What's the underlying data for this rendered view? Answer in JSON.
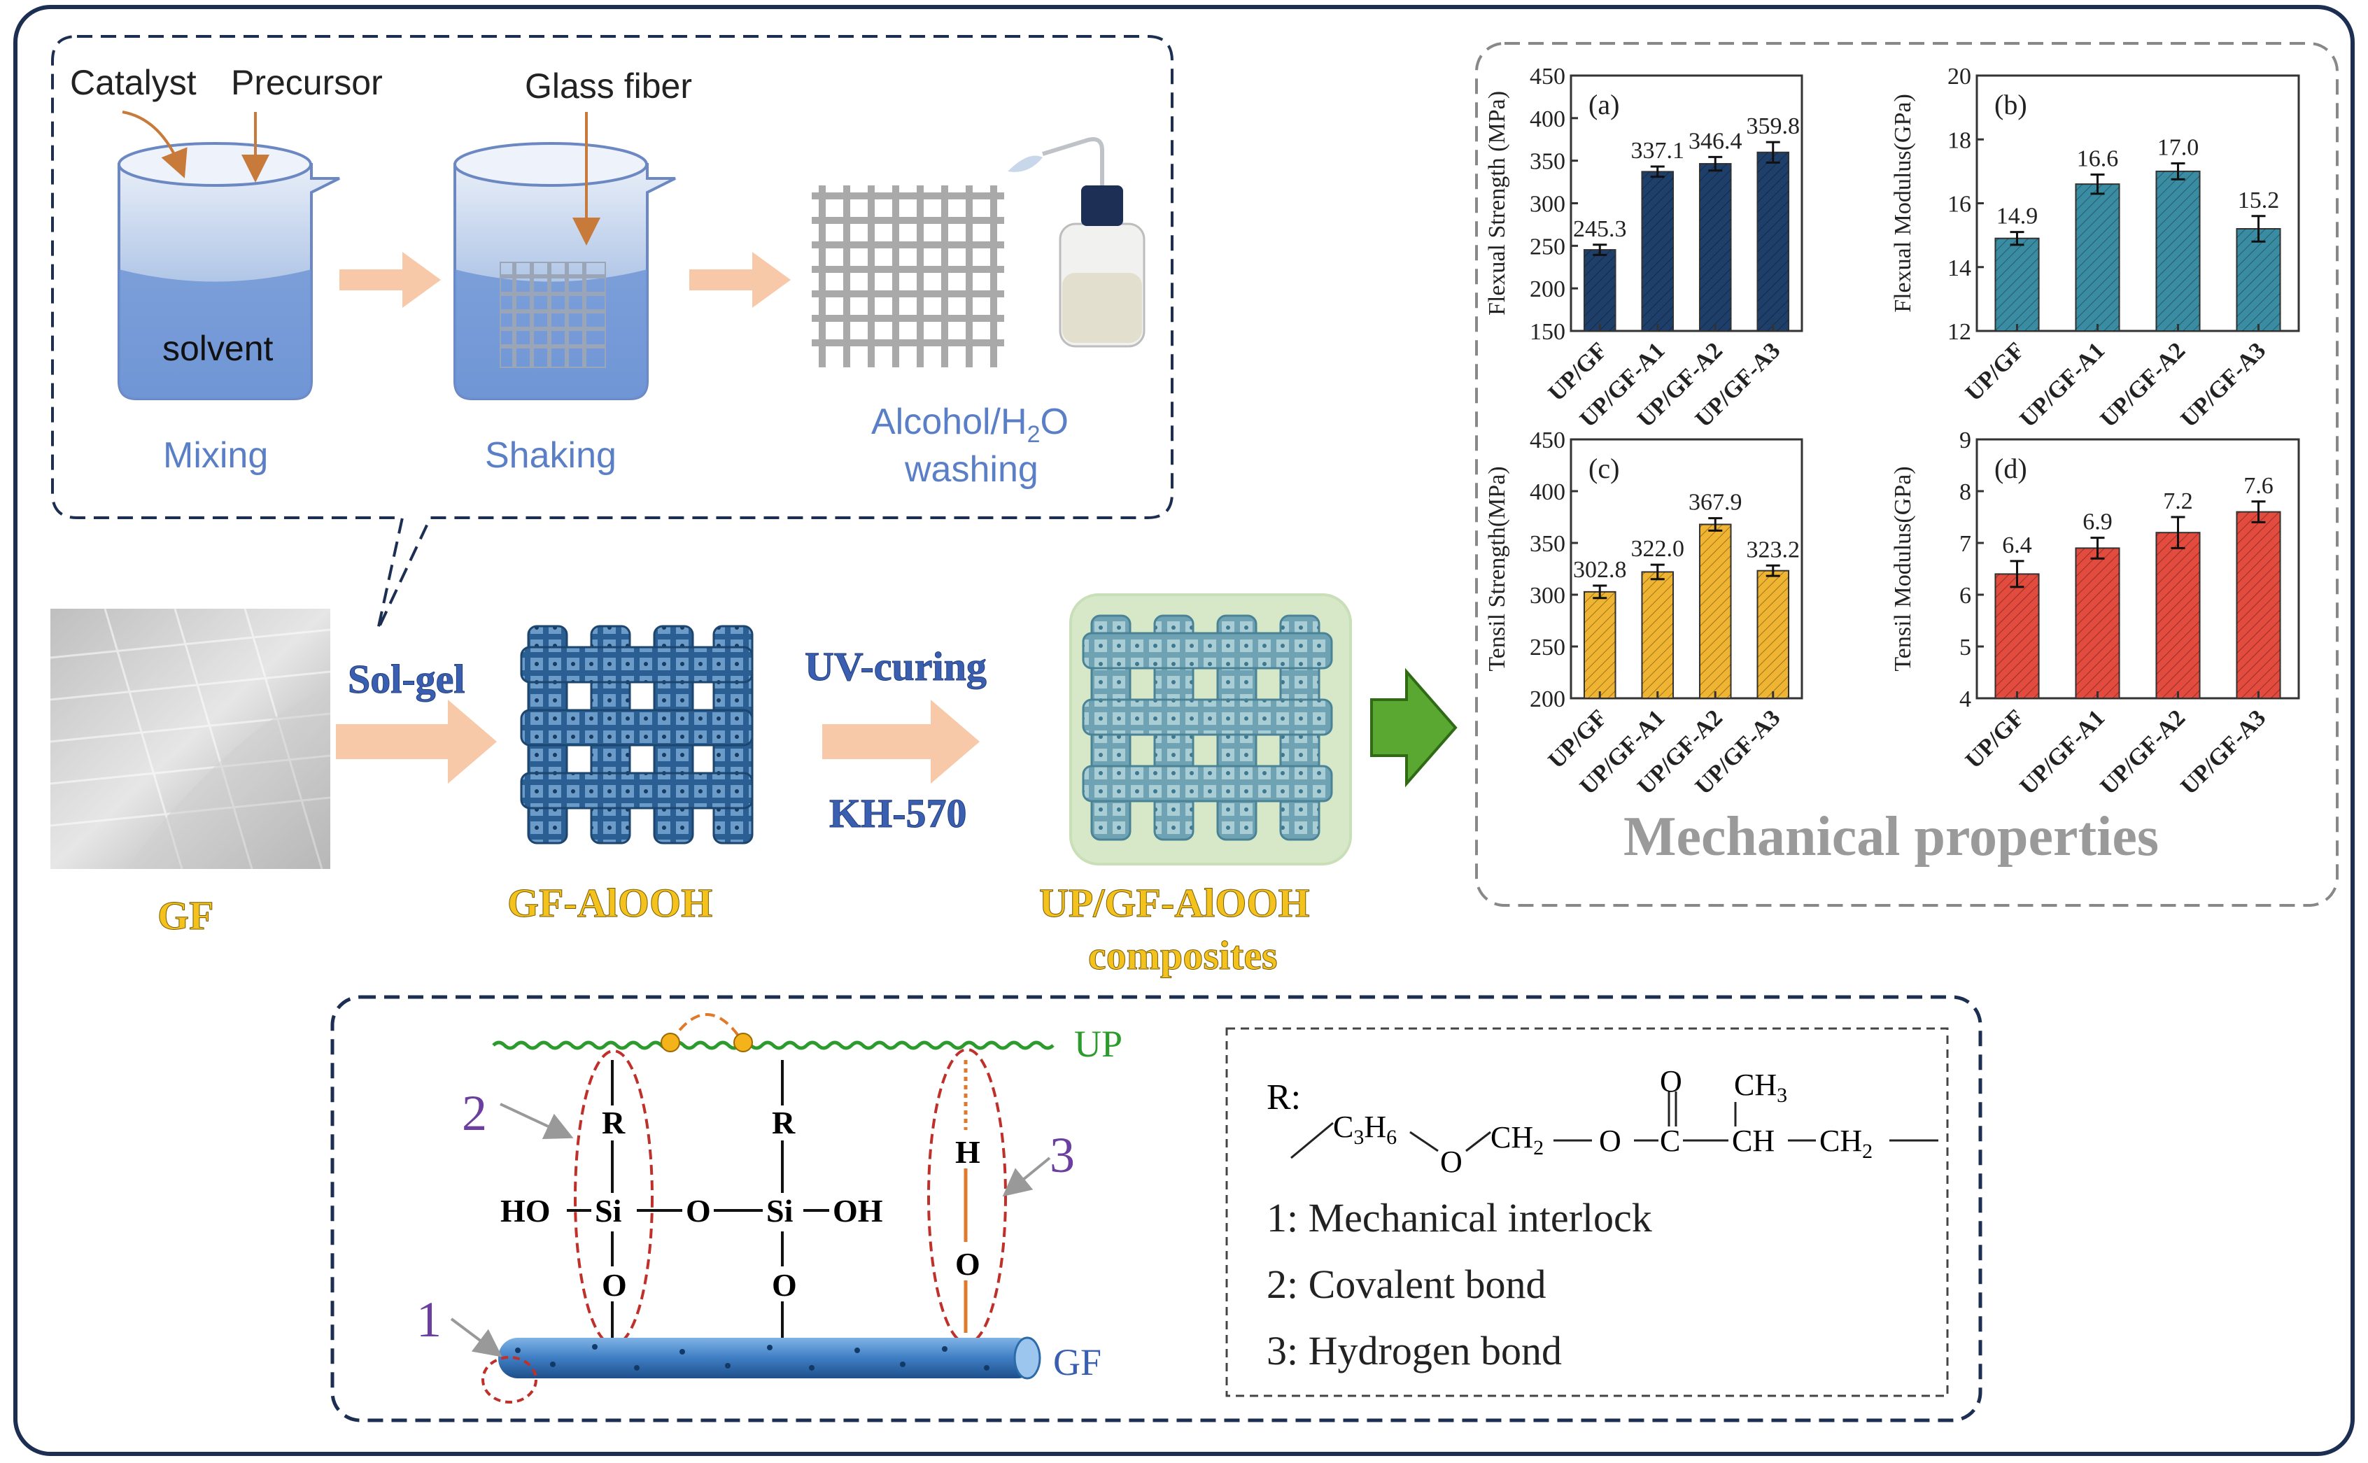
{
  "process": {
    "catalyst": "Catalyst",
    "precursor": "Precursor",
    "glass_fiber": "Glass fiber",
    "solvent": "solvent",
    "mixing": "Mixing",
    "shaking": "Shaking",
    "washing_line1": "Alcohol/H",
    "washing_sub": "2",
    "washing_line1b": "O",
    "washing_line2": "washing"
  },
  "flow": {
    "sol_gel": "Sol-gel",
    "uv_curing": "UV-curing",
    "kh570": "KH-570",
    "gf": "GF",
    "gf_alooh": "GF-AlOOH",
    "composite_line1": "UP/GF-AlOOH",
    "composite_line2": "composites"
  },
  "mechanical_title": "Mechanical properties",
  "chart_data": [
    {
      "type": "bar",
      "panel": "(a)",
      "categories": [
        "UP/GF",
        "UP/GF-A1",
        "UP/GF-A2",
        "UP/GF-A3"
      ],
      "values": [
        245.3,
        337.1,
        346.4,
        359.8
      ],
      "labels": [
        "245.3",
        "337.1",
        "346.4",
        "359.8"
      ],
      "errors": [
        6,
        6,
        8,
        12
      ],
      "ylabel": "Flexual Strength (MPa)",
      "ylim": [
        150,
        450
      ],
      "yticks": [
        "150",
        "200",
        "250",
        "300",
        "350",
        "400",
        "450"
      ],
      "color": "#1f3f6b"
    },
    {
      "type": "bar",
      "panel": "(b)",
      "categories": [
        "UP/GF",
        "UP/GF-A1",
        "UP/GF-A2",
        "UP/GF-A3"
      ],
      "values": [
        14.9,
        16.6,
        17.0,
        15.2
      ],
      "labels": [
        "14.9",
        "16.6",
        "17.0",
        "15.2"
      ],
      "errors": [
        0.2,
        0.3,
        0.25,
        0.4
      ],
      "ylabel": "Flexual Modulus(GPa)",
      "ylim": [
        12,
        20
      ],
      "yticks": [
        "12",
        "14",
        "16",
        "18",
        "20"
      ],
      "color": "#3a8ca3"
    },
    {
      "type": "bar",
      "panel": "(c)",
      "categories": [
        "UP/GF",
        "UP/GF-A1",
        "UP/GF-A2",
        "UP/GF-A3"
      ],
      "values": [
        302.8,
        322.0,
        367.9,
        323.2
      ],
      "labels": [
        "302.8",
        "322.0",
        "367.9",
        "323.2"
      ],
      "errors": [
        6,
        7,
        6,
        5
      ],
      "ylabel": "Tensil Strength(MPa)",
      "ylim": [
        200,
        450
      ],
      "yticks": [
        "200",
        "250",
        "300",
        "350",
        "400",
        "450"
      ],
      "color": "#f0b433"
    },
    {
      "type": "bar",
      "panel": "(d)",
      "categories": [
        "UP/GF",
        "UP/GF-A1",
        "UP/GF-A2",
        "UP/GF-A3"
      ],
      "values": [
        6.4,
        6.9,
        7.2,
        7.6
      ],
      "labels": [
        "6.4",
        "6.9",
        "7.2",
        "7.6"
      ],
      "errors": [
        0.25,
        0.2,
        0.3,
        0.2
      ],
      "ylabel": "Tensil Modulus(GPa)",
      "ylim": [
        4,
        9
      ],
      "yticks": [
        "4",
        "5",
        "6",
        "7",
        "8",
        "9"
      ],
      "color": "#e24b3e"
    }
  ],
  "interface": {
    "up": "UP",
    "gf": "GF",
    "num1": "1",
    "num2": "2",
    "num3": "3",
    "R": "R",
    "HO": "HO",
    "Si": "Si",
    "O": "O",
    "OH": "OH",
    "H": "H"
  },
  "legend": {
    "r_label": "R:",
    "r_formula": "C3H6 — O — CH2 — O — C(=O) — CH(CH3) — CH2",
    "item1": "1:  Mechanical interlock",
    "item2": "2:  Covalent bond",
    "item3": "3:  Hydrogen bond",
    "c3h6_c": "C",
    "c3h6_3": "3",
    "c3h6_h": "H",
    "c3h6_6": "6",
    "o": "O",
    "ch2_a": "CH",
    "ch2_2": "2",
    "c": "C",
    "ch": "CH",
    "ch3": "CH",
    "ch3_3": "3"
  },
  "colors": {
    "frame": "#1c2f52",
    "process_text": "#5b7fc6",
    "arrow": "#f6c6a6",
    "green_arrow": "#5aa832",
    "up_wave": "#2c9a2c",
    "red_ellipse": "#c0302a"
  }
}
